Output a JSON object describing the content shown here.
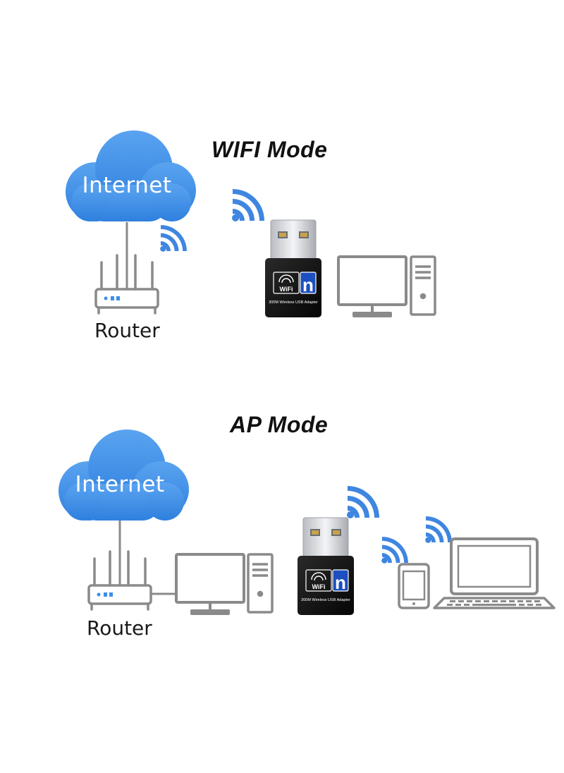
{
  "sections": {
    "wifi_mode": {
      "title": "WIFI Mode",
      "internet_label": "Internet",
      "router_label": "Router",
      "adapter_text": "300M Wireless USB Adapter",
      "adapter_badge": "WiFi",
      "adapter_logo": "n"
    },
    "ap_mode": {
      "title": "AP Mode",
      "internet_label": "Internet",
      "router_label": "Router",
      "adapter_text": "300M Wireless USB Adapter",
      "adapter_badge": "WiFi",
      "adapter_logo": "n"
    }
  },
  "icons": {
    "cloud": "cloud-icon",
    "router": "router-icon",
    "wifi_signal": "wifi-signal-icon",
    "usb_adapter": "usb-wifi-adapter",
    "desktop_pc": "desktop-pc-icon",
    "tablet": "tablet-icon",
    "laptop": "laptop-icon"
  },
  "colors": {
    "cloud_blue": "#3d8fe8",
    "signal_blue": "#3f86e0",
    "device_gray": "#8a8a8a",
    "adapter_black": "#111111",
    "badge_blue": "#1c4fbf"
  }
}
